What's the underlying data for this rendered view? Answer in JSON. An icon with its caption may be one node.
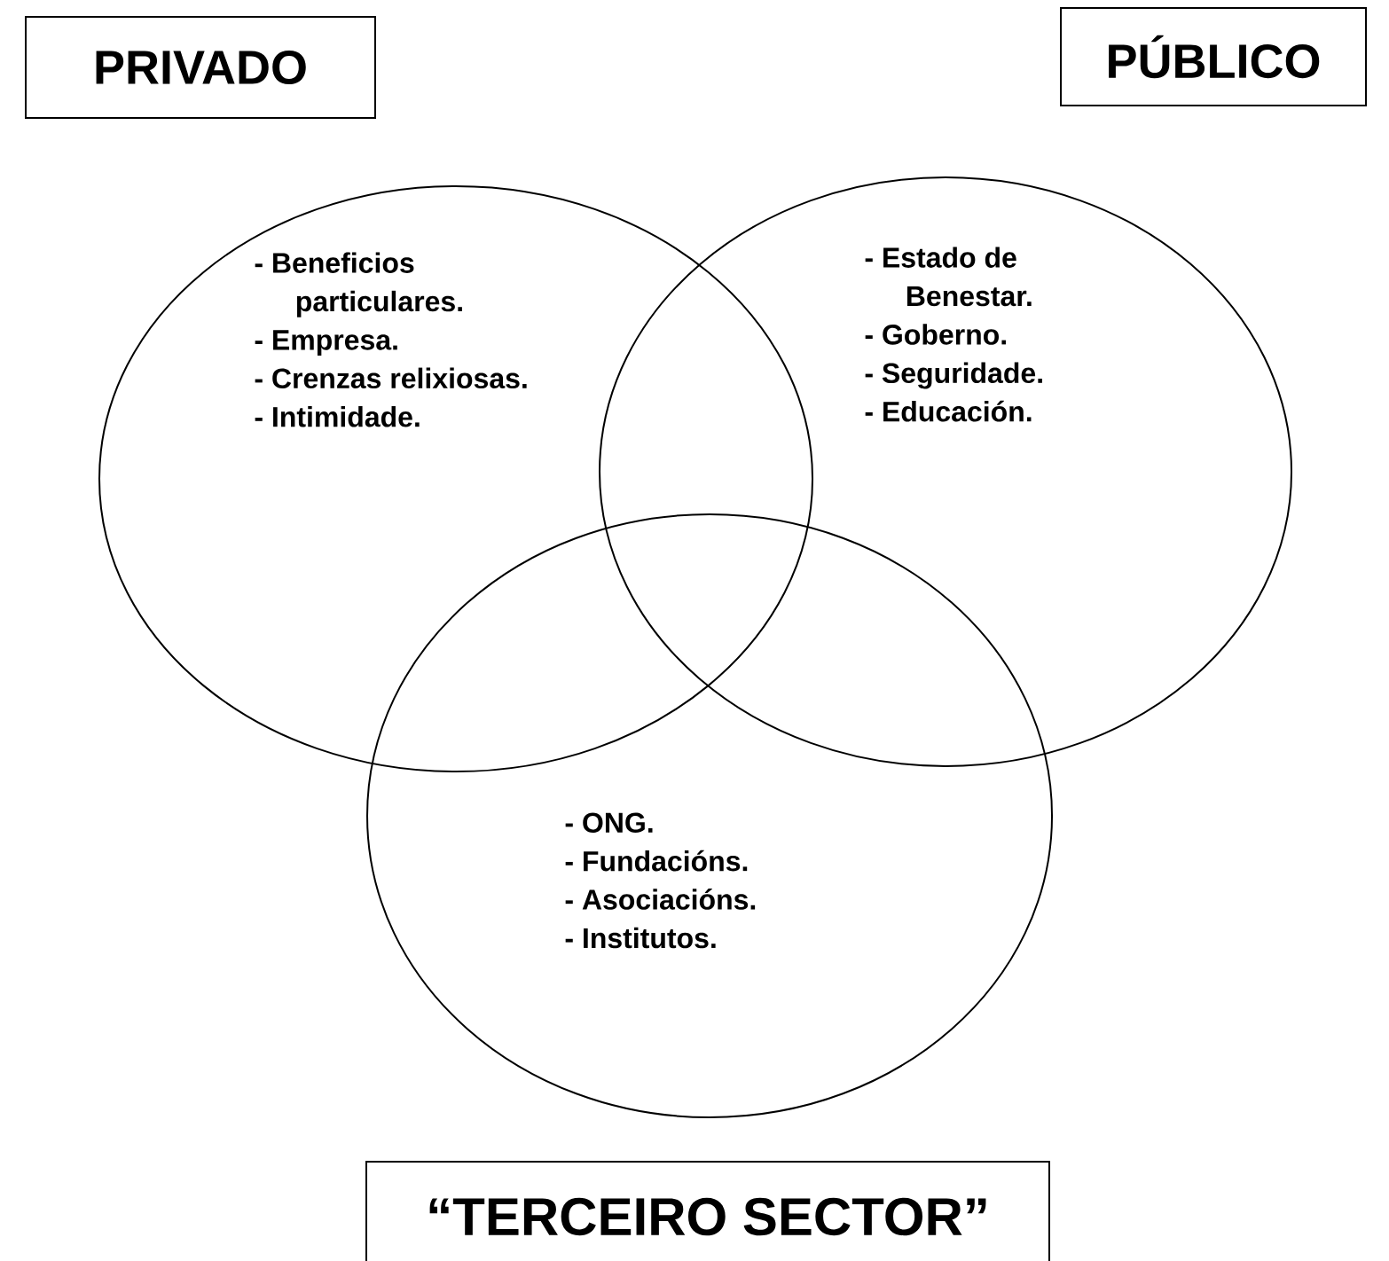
{
  "diagram": {
    "nodes": [
      {
        "text": [
          "PRIVADO"
        ]
      },
      {
        "text": [
          "PÚBLICO"
        ]
      },
      {
        "text": [
          "- Beneficios particulares.",
          "- Empresa.",
          "- Crenzas relixiosas.",
          "- Intimidade."
        ]
      },
      {
        "text": [
          "- Estado de Benestar.",
          "- Goberno.",
          "- Seguridade.",
          "- Educación."
        ]
      },
      {
        "text": [
          "- ONG.",
          "- Fundacións.",
          "- Asociacións.",
          "- Institutos."
        ]
      },
      {
        "text": [
          "“TERCEIRO SECTOR”"
        ]
      }
    ]
  }
}
